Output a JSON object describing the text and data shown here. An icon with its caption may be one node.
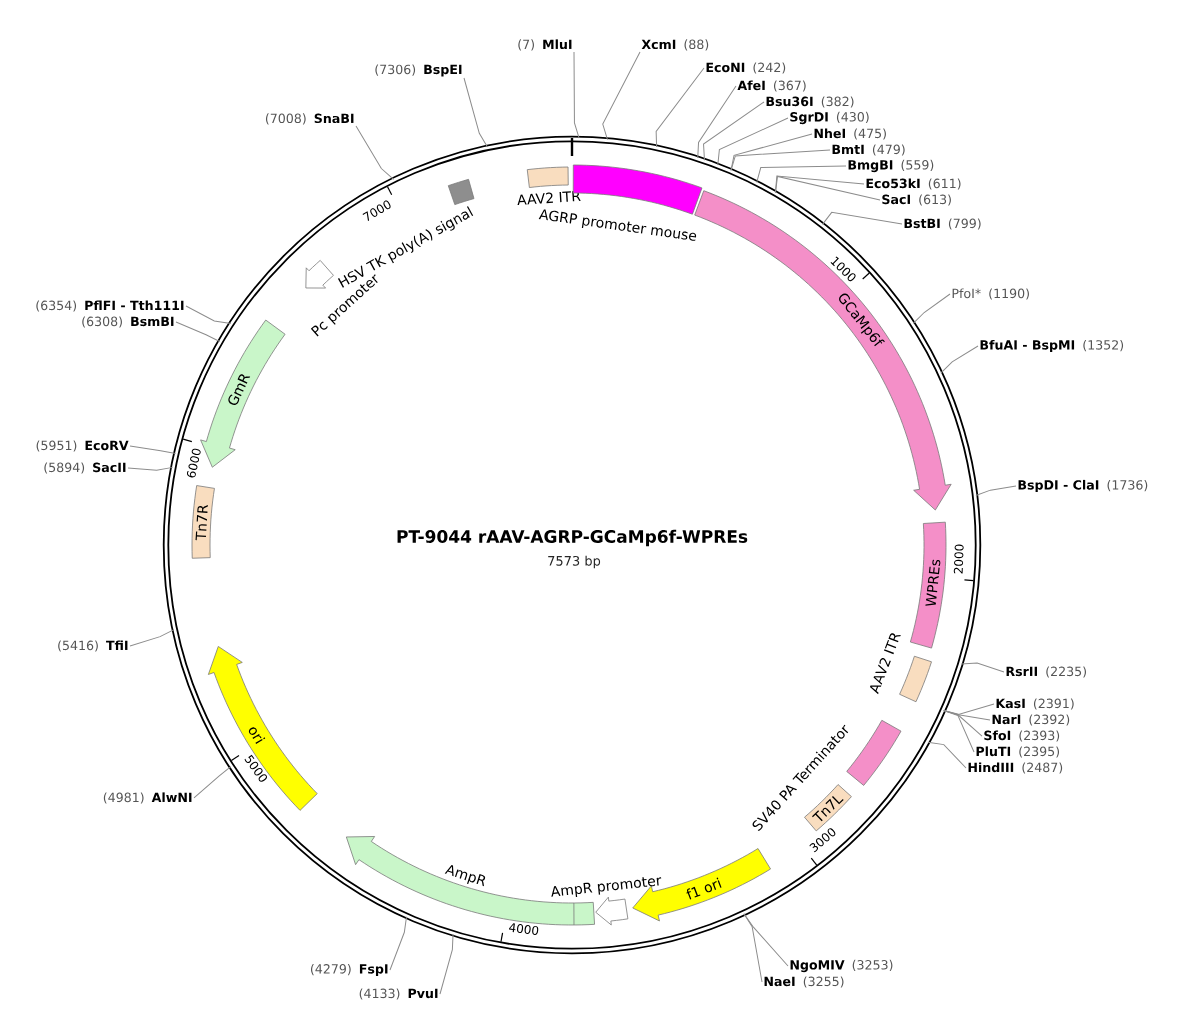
{
  "diagram": {
    "title": "PT-9044 rAAV-AGRP-GCaMp6f-WPREs",
    "nodes": [
      {
        "text": [],
        "shape": "circle"
      },
      {
        "text": [
          "AAV2 ITR"
        ],
        "in": 0
      },
      {
        "text": [
          "AGRP promoter mouse"
        ],
        "in": 0
      },
      {
        "text": [
          "GCaMp6f"
        ],
        "in": 0
      },
      {
        "text": [
          "WPREs"
        ],
        "in": 0
      },
      {
        "text": [
          "AAV2 ITR"
        ],
        "in": 0
      },
      {
        "text": [
          "SV40 PA Terminator"
        ],
        "in": 0
      },
      {
        "text": [
          "Tn7L"
        ],
        "in": 0
      },
      {
        "text": [
          "f1 ori"
        ],
        "in": 0
      },
      {
        "text": [
          "AmpR promoter"
        ],
        "in": 0
      },
      {
        "text": [
          "AmpR"
        ],
        "in": 0
      },
      {
        "text": [
          "ori"
        ],
        "in": 0
      },
      {
        "text": [
          "Tn7R"
        ],
        "in": 0
      },
      {
        "text": [
          "GmR"
        ],
        "in": 0
      },
      {
        "text": [
          "Pc promoter"
        ],
        "in": 0
      },
      {
        "text": [
          "HSV TK poly(A) signal"
        ],
        "in": 0
      },
      {
        "text": [
          "(7)",
          "MluI"
        ]
      },
      {
        "text": [
          "XcmI",
          "(88)"
        ]
      },
      {
        "text": [
          "EcoNI",
          "(242)"
        ]
      },
      {
        "text": [
          "AfeI",
          "(367)"
        ]
      },
      {
        "text": [
          "Bsu36I",
          "(382)"
        ]
      },
      {
        "text": [
          "SgrDI",
          "(430)"
        ]
      },
      {
        "text": [
          "NheI",
          "(475)"
        ]
      },
      {
        "text": [
          "BmtI",
          "(479)"
        ]
      },
      {
        "text": [
          "BmgBI",
          "(559)"
        ]
      },
      {
        "text": [
          "Eco53kI",
          "(611)"
        ]
      },
      {
        "text": [
          "SacI",
          "(613)"
        ]
      },
      {
        "text": [
          "BstBI",
          "(799)"
        ]
      },
      {
        "text": [
          "PfoI*",
          "(1190)"
        ]
      },
      {
        "text": [
          "BfuAI - BspMI",
          "(1352)"
        ]
      },
      {
        "text": [
          "BspDI - ClaI",
          "(1736)"
        ]
      },
      {
        "text": [
          "RsrII",
          "(2235)"
        ]
      },
      {
        "text": [
          "KasI",
          "(2391)"
        ]
      },
      {
        "text": [
          "NarI",
          "(2392)"
        ]
      },
      {
        "text": [
          "SfoI",
          "(2393)"
        ]
      },
      {
        "text": [
          "PluTI",
          "(2395)"
        ]
      },
      {
        "text": [
          "HindIII",
          "(2487)"
        ]
      },
      {
        "text": [
          "NgoMIV",
          "(3253)"
        ]
      },
      {
        "text": [
          "NaeI",
          "(3255)"
        ]
      },
      {
        "text": [
          "(4133)",
          "PvuI"
        ]
      },
      {
        "text": [
          "(4279)",
          "FspI"
        ]
      },
      {
        "text": [
          "(4981)",
          "AlwNI"
        ]
      },
      {
        "text": [
          "(5416)",
          "TfiI"
        ]
      },
      {
        "text": [
          "(5894)",
          "SacII"
        ]
      },
      {
        "text": [
          "(5951)",
          "EcoRV"
        ]
      },
      {
        "text": [
          "(6308)",
          "BsmBI"
        ]
      },
      {
        "text": [
          "(6354)",
          "PflFI - Tth111I"
        ]
      },
      {
        "text": [
          "(7008)",
          "SnaBI"
        ]
      },
      {
        "text": [
          "(7306)",
          "BspEI"
        ]
      }
    ],
    "edges": [
      {
        "from": 16,
        "to": 0,
        "arrow": "none"
      },
      {
        "from": 17,
        "to": 0,
        "arrow": "none"
      },
      {
        "from": 18,
        "to": 0,
        "arrow": "none"
      },
      {
        "from": 19,
        "to": 0,
        "arrow": "none"
      },
      {
        "from": 20,
        "to": 0,
        "arrow": "none"
      },
      {
        "from": 21,
        "to": 0,
        "arrow": "none"
      },
      {
        "from": 22,
        "to": 0,
        "arrow": "none"
      },
      {
        "from": 23,
        "to": 0,
        "arrow": "none"
      },
      {
        "from": 24,
        "to": 0,
        "arrow": "none"
      },
      {
        "from": 25,
        "to": 0,
        "arrow": "none"
      },
      {
        "from": 26,
        "to": 0,
        "arrow": "none"
      },
      {
        "from": 27,
        "to": 0,
        "arrow": "none"
      },
      {
        "from": 28,
        "to": 0,
        "arrow": "none"
      },
      {
        "from": 29,
        "to": 0,
        "arrow": "none"
      },
      {
        "from": 30,
        "to": 0,
        "arrow": "none"
      },
      {
        "from": 31,
        "to": 0,
        "arrow": "none"
      },
      {
        "from": 32,
        "to": 0,
        "arrow": "none"
      },
      {
        "from": 33,
        "to": 0,
        "arrow": "none"
      },
      {
        "from": 34,
        "to": 0,
        "arrow": "none"
      },
      {
        "from": 35,
        "to": 0,
        "arrow": "none"
      },
      {
        "from": 36,
        "to": 0,
        "arrow": "none"
      },
      {
        "from": 37,
        "to": 0,
        "arrow": "none"
      },
      {
        "from": 38,
        "to": 0,
        "arrow": "none"
      },
      {
        "from": 39,
        "to": 0,
        "arrow": "none"
      },
      {
        "from": 40,
        "to": 0,
        "arrow": "none"
      },
      {
        "from": 41,
        "to": 0,
        "arrow": "none"
      },
      {
        "from": 42,
        "to": 0,
        "arrow": "none"
      },
      {
        "from": 43,
        "to": 0,
        "arrow": "none"
      },
      {
        "from": 44,
        "to": 0,
        "arrow": "none"
      },
      {
        "from": 45,
        "to": 0,
        "arrow": "none"
      },
      {
        "from": 46,
        "to": 0,
        "arrow": "none"
      },
      {
        "from": 47,
        "to": 0,
        "arrow": "none"
      },
      {
        "from": 48,
        "to": 0,
        "arrow": "none"
      }
    ],
    "labels": [
      "7573 bp",
      "1000",
      "2000",
      "3000",
      "4000",
      "5000",
      "6000",
      "7000"
    ]
  }
}
